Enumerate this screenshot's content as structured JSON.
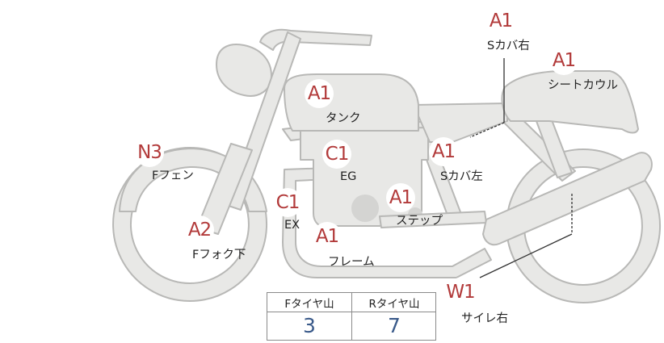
{
  "badges": [
    {
      "code": "A1",
      "label": "Sカバ右"
    },
    {
      "code": "A1",
      "label": "シートカウル"
    },
    {
      "code": "A1",
      "label": "タンク"
    },
    {
      "code": "N3",
      "label": "Fフェン"
    },
    {
      "code": "C1",
      "label": "EG"
    },
    {
      "code": "A1",
      "label": "Sカバ左"
    },
    {
      "code": "C1",
      "label": "EX"
    },
    {
      "code": "A1",
      "label": "ステップ"
    },
    {
      "code": "A2",
      "label": "Fフォク下"
    },
    {
      "code": "A1",
      "label": "フレーム"
    },
    {
      "code": "W1",
      "label": "サイレ右"
    }
  ],
  "tire_table": {
    "headers": [
      "Fタイヤ山",
      "Rタイヤ山"
    ],
    "values": [
      "3",
      "7"
    ]
  },
  "colors": {
    "body_fill": "#e8e8e6",
    "body_stroke": "#b8b8b6",
    "badge_text": "#b23a3a",
    "value_text": "#3a5a8a"
  }
}
